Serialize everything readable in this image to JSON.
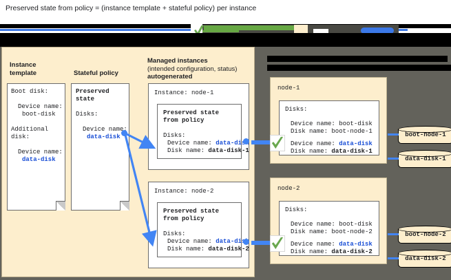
{
  "title": "Preserved state from policy = (instance template + stateful policy) per instance",
  "columns": {
    "instance_template": {
      "line1": "Instance",
      "line2": "template"
    },
    "stateful_policy": {
      "line1": "Stateful policy"
    },
    "managed_instances": {
      "line1": "Managed instances",
      "line2": "(intended configuration, status)",
      "line3": "autogenerated"
    }
  },
  "instance_template_card": {
    "boot_disk_label": "Boot disk:",
    "boot_device_name_label": "Device name:",
    "boot_device_name_value": "boot-disk",
    "additional_disk_label_1": "Additional",
    "additional_disk_label_2": "disk:",
    "add_device_name_label": "Device name:",
    "add_device_name_value": "data-disk"
  },
  "stateful_policy_card": {
    "heading_1": "Preserved",
    "heading_2": "state",
    "disks_label": "Disks:",
    "device_name_label": "Device name:",
    "device_name_value": "data-disk"
  },
  "managed_instances": [
    {
      "instance_label": "Instance: node-1",
      "preserved_heading_1": "Preserved state",
      "preserved_heading_2": "from policy",
      "disks_label": "Disks:",
      "device_name_label": "Device name:",
      "device_name_value": "data-disk",
      "disk_name_label": "Disk name:",
      "disk_name_value": "data-disk-1"
    },
    {
      "instance_label": "Instance: node-2",
      "preserved_heading_1": "Preserved state",
      "preserved_heading_2": "from policy",
      "disks_label": "Disks:",
      "device_name_label": "Device name:",
      "device_name_value": "data-disk",
      "disk_name_label": "Disk name:",
      "disk_name_value": "data-disk-2"
    }
  ],
  "nodes": [
    {
      "name": "node-1",
      "disks_label": "Disks:",
      "boot_device_name_label": "Device name: boot-disk",
      "boot_disk_name_label": "Disk name: boot-node-1",
      "data_device_name_label": "Device name:",
      "data_device_name_value": "data-disk",
      "data_disk_name_label": "Disk name:",
      "data_disk_name_value": "data-disk-1",
      "volumes": [
        {
          "label": "boot-node-1"
        },
        {
          "label": "data-disk-1"
        }
      ]
    },
    {
      "name": "node-2",
      "disks_label": "Disks:",
      "boot_device_name_label": "Device name: boot-disk",
      "boot_disk_name_label": "Disk name: boot-node-2",
      "data_device_name_label": "Device name:",
      "data_device_name_value": "data-disk",
      "data_disk_name_label": "Disk name:",
      "data_disk_name_value": "data-disk-2",
      "volumes": [
        {
          "label": "boot-node-2"
        },
        {
          "label": "data-disk-2"
        }
      ]
    }
  ],
  "colors": {
    "panel_beige": "#fdeecd",
    "panel_gray": "#63625b",
    "accent_blue": "#4285f4",
    "link_blue": "#1a4fd6",
    "check_green": "#6aa84f",
    "redaction_black": "#000000"
  }
}
